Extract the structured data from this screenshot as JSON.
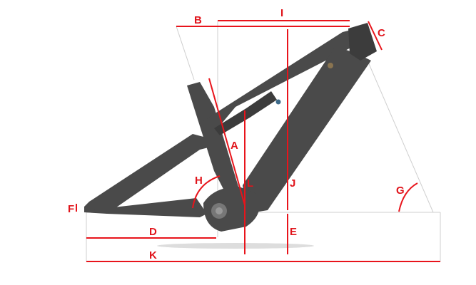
{
  "diagram": {
    "labels": {
      "A": "A",
      "B": "B",
      "C": "C",
      "D": "D",
      "E": "E",
      "F": "F",
      "G": "G",
      "H": "H",
      "I": "I",
      "J": "J",
      "K": "K",
      "L": "L"
    },
    "colors": {
      "dimension_lines": "#e8141b",
      "frame": "#4a4a4a",
      "guide_lines": "#cfcfcf"
    }
  }
}
